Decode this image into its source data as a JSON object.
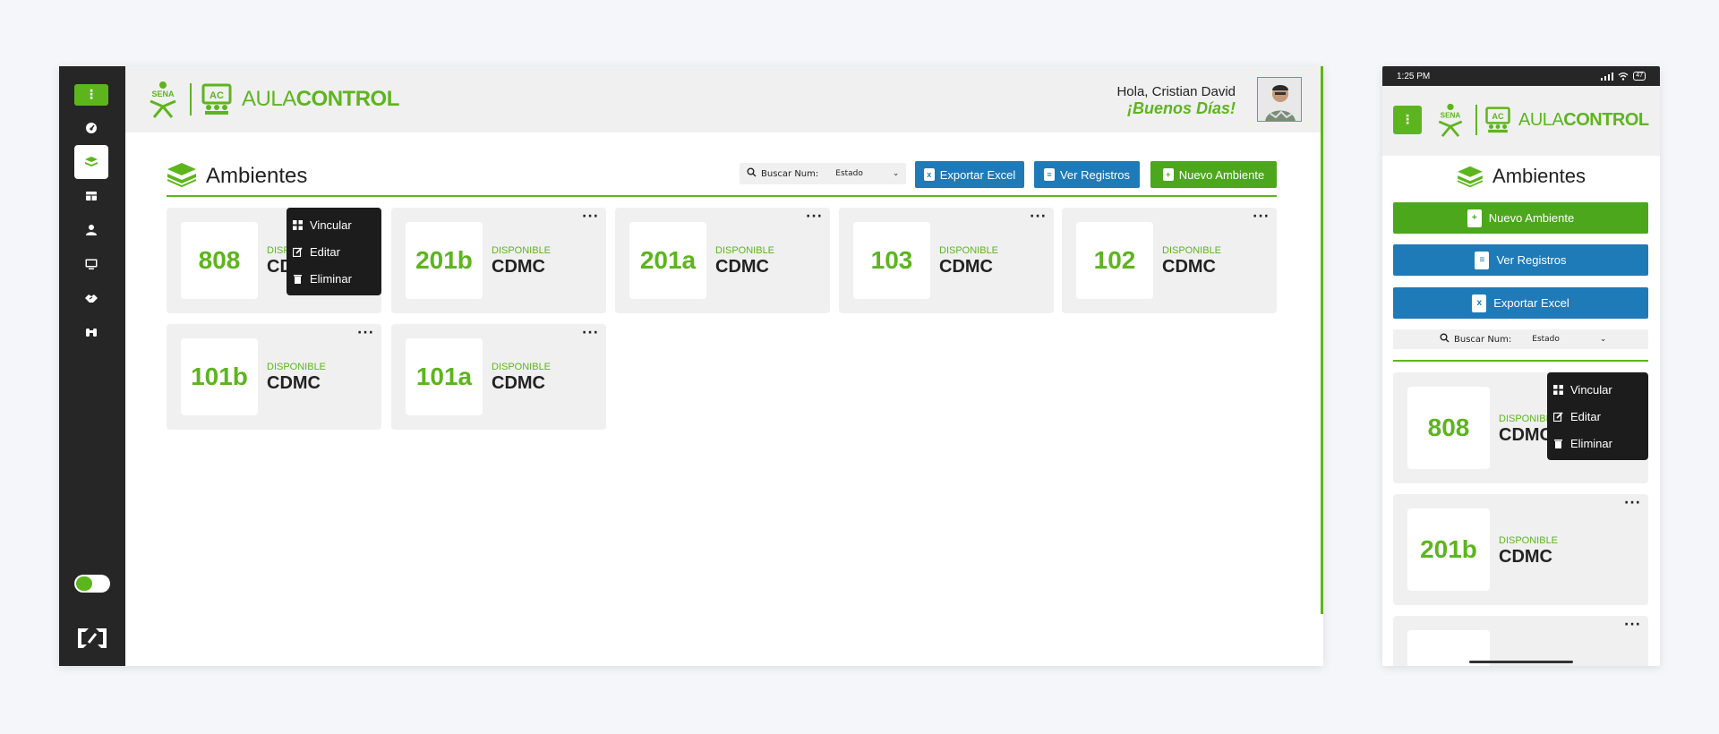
{
  "header": {
    "brand_light": "AULA",
    "brand_bold": "CONTROL",
    "sena_label": "SENA",
    "ac_label": "AC",
    "greeting": "Hola, Cristian David",
    "salutation": "¡Buenos Días!"
  },
  "sidebar": {
    "menu_glyph": "⋮",
    "items": [
      {
        "name": "dashboard-icon",
        "active": false
      },
      {
        "name": "layers-icon",
        "active": true
      },
      {
        "name": "table-icon",
        "active": false
      },
      {
        "name": "user-icon",
        "active": false
      },
      {
        "name": "monitor-icon",
        "active": false
      },
      {
        "name": "handshake-icon",
        "active": false
      },
      {
        "name": "binoculars-icon",
        "active": false
      }
    ]
  },
  "toolbar": {
    "page_title": "Ambientes",
    "search_label": "Buscar Num:",
    "status_select": "Estado",
    "export_label": "Exportar Excel",
    "records_label": "Ver Registros",
    "new_label": "Nuevo Ambiente",
    "dots": "···"
  },
  "rooms": [
    {
      "number": "808",
      "status": "DISPONIBLE",
      "site": "CDMC"
    },
    {
      "number": "201b",
      "status": "DISPONIBLE",
      "site": "CDMC"
    },
    {
      "number": "201a",
      "status": "DISPONIBLE",
      "site": "CDMC"
    },
    {
      "number": "103",
      "status": "DISPONIBLE",
      "site": "CDMC"
    },
    {
      "number": "102",
      "status": "DISPONIBLE",
      "site": "CDMC"
    },
    {
      "number": "101b",
      "status": "DISPONIBLE",
      "site": "CDMC"
    },
    {
      "number": "101a",
      "status": "DISPONIBLE",
      "site": "CDMC"
    }
  ],
  "context_menu": {
    "link_label": "Vincular",
    "edit_label": "Editar",
    "delete_label": "Eliminar"
  },
  "mobile": {
    "time": "1:25 PM",
    "battery": "47",
    "status_partial": "DISPONIBLE",
    "site_partial": "CDMC"
  },
  "colors": {
    "green": "#5db51e",
    "button_green": "#4ca71c",
    "blue": "#1f7ab8",
    "sidebar": "#262626",
    "card": "#f0f0f0"
  }
}
